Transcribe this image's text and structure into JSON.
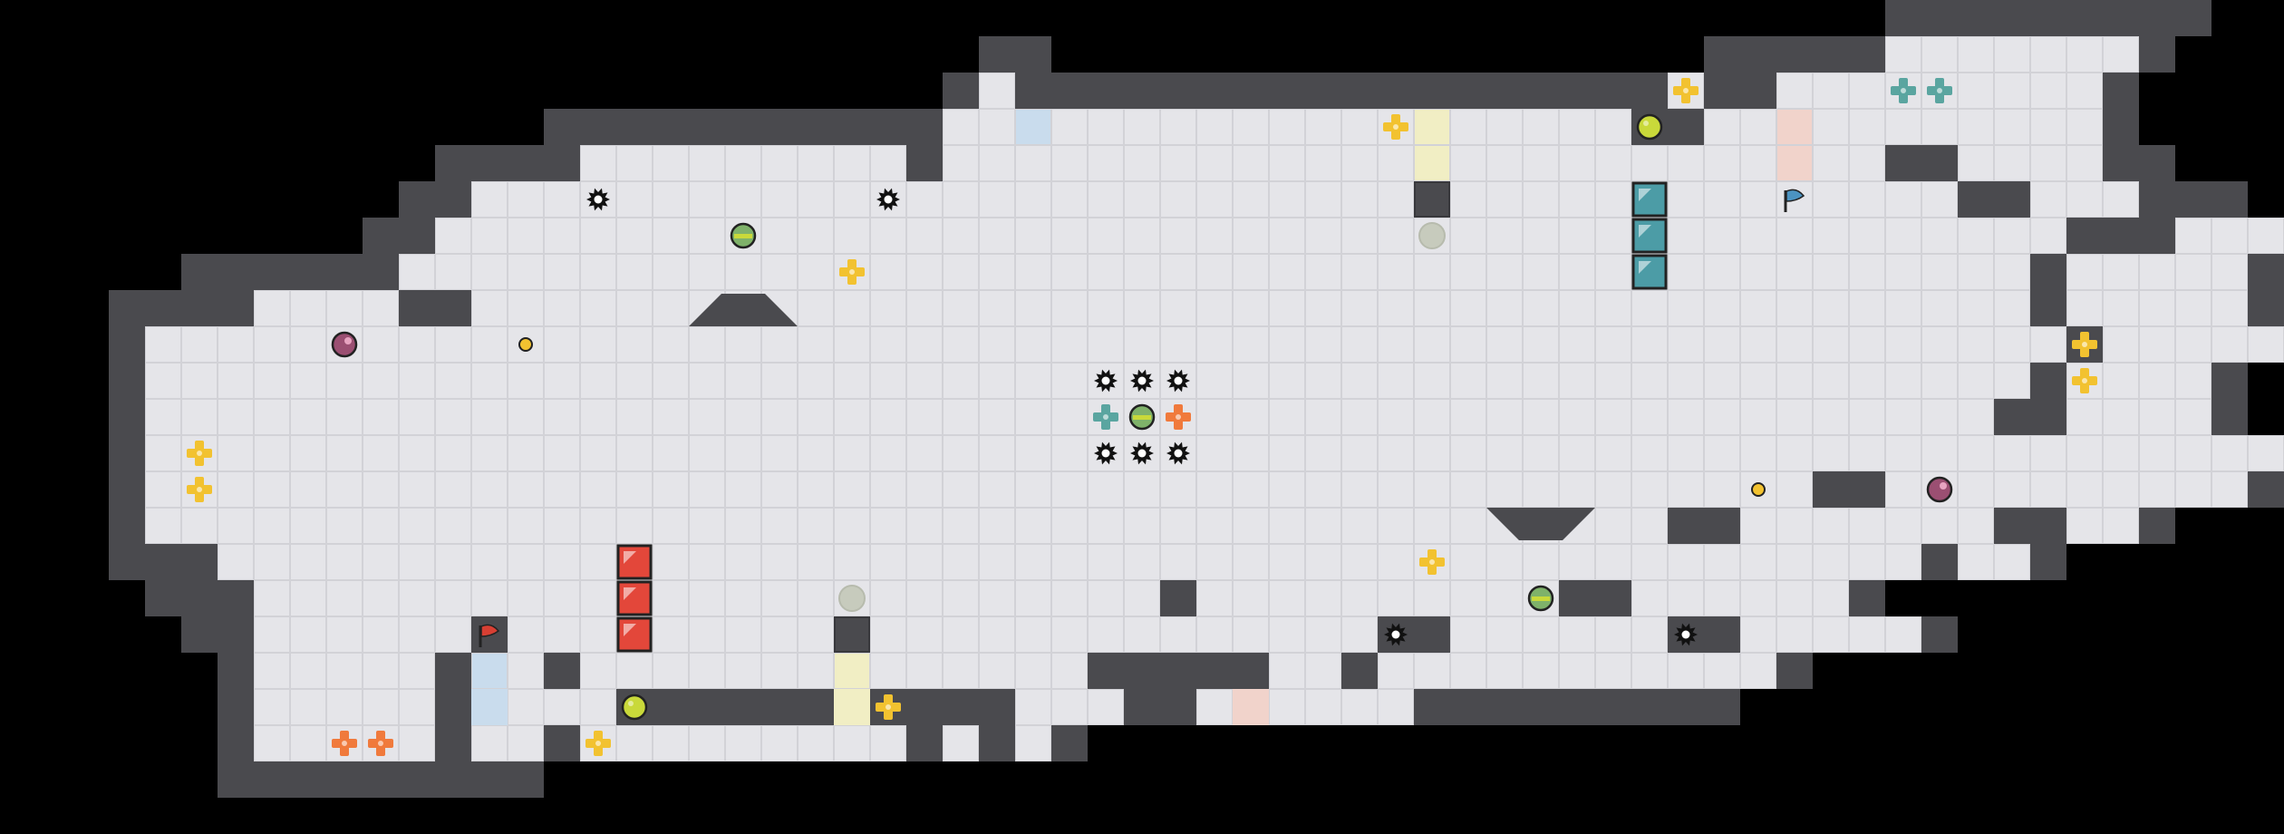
{
  "level": {
    "legend": {
      "wall": "#",
      "floor": ".",
      "outside": "space"
    },
    "map": [
      "                                                    #########",
      "                           ##                  #####.......#",
      "                          #.##################.##.........#",
      "               ###########...................##...........#",
      "            ####.........#..........................##....##",
      "           ##.........................................##...###",
      "          ##.............................................###....#",
      "     ######.............................................#.....#",
      "   ####....##...........................................#.....#",
      "   #.....................................................#.....#",
      "   #....................................................#....#",
      "   #...................................................##....#",
      "   #.............................................................#",
      "   #..............................................##..........####",
      "   #..........................................##.......##..#",
      "   ###...............................................#..#",
      "    ###.........................#..........##......#",
      "     ##......#........................##......##.....#",
      "      #.....#..#..............#####..#...........#",
      "      #.....##...###########...##.#....#########",
      "      #.....#..#.........#.#.#",
      "      #########"
    ],
    "colors": {
      "background": "#000000",
      "wall": "#4a4a4e",
      "wall_edge": "#38383c",
      "floor": "#e5e5e9",
      "grid": "#d2d2d7",
      "red_block": "#e3473a",
      "teal_block": "#4c9ca6",
      "gold": "#f2c230",
      "orange": "#f07a3c",
      "teal_plus": "#5aa5a0",
      "lime": "#c9d93a",
      "plum": "#9b4f72",
      "red_flag": "#d73f33",
      "blue_flag": "#4b93c1",
      "pale_blue": "#c9dced",
      "pale_yellow": "#f1eec4",
      "pale_red": "#f1d3cb",
      "switch_gray": "#c7cbbd"
    },
    "entities": [
      {
        "type": "spike",
        "col": 16,
        "row": 5
      },
      {
        "type": "spike",
        "col": 24,
        "row": 5
      },
      {
        "type": "spike",
        "col": 30,
        "row": 10
      },
      {
        "type": "spike",
        "col": 31,
        "row": 10
      },
      {
        "type": "spike",
        "col": 32,
        "row": 10
      },
      {
        "type": "spike",
        "col": 30,
        "row": 12
      },
      {
        "type": "spike",
        "col": 31,
        "row": 12
      },
      {
        "type": "spike",
        "col": 32,
        "row": 12
      },
      {
        "type": "spike",
        "col": 38,
        "row": 17
      },
      {
        "type": "spike",
        "col": 46,
        "row": 17
      },
      {
        "type": "gold-plus",
        "col": 23,
        "row": 7
      },
      {
        "type": "gold-plus",
        "col": 5,
        "row": 12
      },
      {
        "type": "gold-plus",
        "col": 5,
        "row": 13
      },
      {
        "type": "gold-plus",
        "col": 38,
        "row": 3
      },
      {
        "type": "gold-plus",
        "col": 46,
        "row": 2
      },
      {
        "type": "gold-plus",
        "col": 57,
        "row": 9
      },
      {
        "type": "gold-plus",
        "col": 57,
        "row": 10
      },
      {
        "type": "gold-plus",
        "col": 39,
        "row": 15
      },
      {
        "type": "gold-plus",
        "col": 24,
        "row": 19
      },
      {
        "type": "gold-plus",
        "col": 16,
        "row": 20
      },
      {
        "type": "orange-plus",
        "col": 9,
        "row": 20
      },
      {
        "type": "orange-plus",
        "col": 10,
        "row": 20
      },
      {
        "type": "orange-plus",
        "col": 32,
        "row": 11
      },
      {
        "type": "teal-plus",
        "col": 30,
        "row": 11
      },
      {
        "type": "teal-plus",
        "col": 52,
        "row": 2
      },
      {
        "type": "teal-plus",
        "col": 53,
        "row": 2
      },
      {
        "type": "lime-orb",
        "col": 45,
        "row": 3
      },
      {
        "type": "lime-orb",
        "col": 17,
        "row": 19
      },
      {
        "type": "stripe-orb",
        "col": 20,
        "row": 6
      },
      {
        "type": "stripe-orb",
        "col": 31,
        "row": 11
      },
      {
        "type": "stripe-orb",
        "col": 42,
        "row": 16
      },
      {
        "type": "plum-bomb",
        "col": 9,
        "row": 9
      },
      {
        "type": "plum-bomb",
        "col": 53,
        "row": 13
      },
      {
        "type": "gold-coin",
        "col": 14,
        "row": 9
      },
      {
        "type": "gold-coin",
        "col": 48,
        "row": 13
      },
      {
        "type": "switch",
        "col": 39,
        "row": 6
      },
      {
        "type": "switch",
        "col": 23,
        "row": 16
      },
      {
        "type": "red-block",
        "col": 17,
        "row": 15
      },
      {
        "type": "red-block",
        "col": 17,
        "row": 16
      },
      {
        "type": "red-block",
        "col": 17,
        "row": 17
      },
      {
        "type": "teal-block",
        "col": 45,
        "row": 5
      },
      {
        "type": "teal-block",
        "col": 45,
        "row": 6
      },
      {
        "type": "teal-block",
        "col": 45,
        "row": 7
      },
      {
        "type": "red-flag",
        "col": 13,
        "row": 17
      },
      {
        "type": "blue-flag",
        "col": 49,
        "row": 5
      }
    ],
    "tinted_tiles": [
      {
        "color": "pale_blue",
        "col": 28,
        "row": 3
      },
      {
        "color": "pale_blue",
        "col": 13,
        "row": 18
      },
      {
        "color": "pale_blue",
        "col": 13,
        "row": 19
      },
      {
        "color": "pale_yellow",
        "col": 39,
        "row": 3
      },
      {
        "color": "pale_yellow",
        "col": 39,
        "row": 4
      },
      {
        "color": "pale_yellow",
        "col": 23,
        "row": 18
      },
      {
        "color": "pale_yellow",
        "col": 23,
        "row": 19
      },
      {
        "color": "pale_red",
        "col": 49,
        "row": 3
      },
      {
        "color": "pale_red",
        "col": 49,
        "row": 4
      },
      {
        "color": "pale_red",
        "col": 34,
        "row": 19
      }
    ],
    "wall_blocks": [
      {
        "col": 39,
        "row": 5
      },
      {
        "col": 23,
        "row": 17
      }
    ],
    "platforms": [
      {
        "shape": "trapezoid-up",
        "col": 19,
        "row": 8,
        "width": 3
      },
      {
        "shape": "trapezoid-down",
        "col": 41,
        "row": 14,
        "width": 3
      }
    ]
  }
}
